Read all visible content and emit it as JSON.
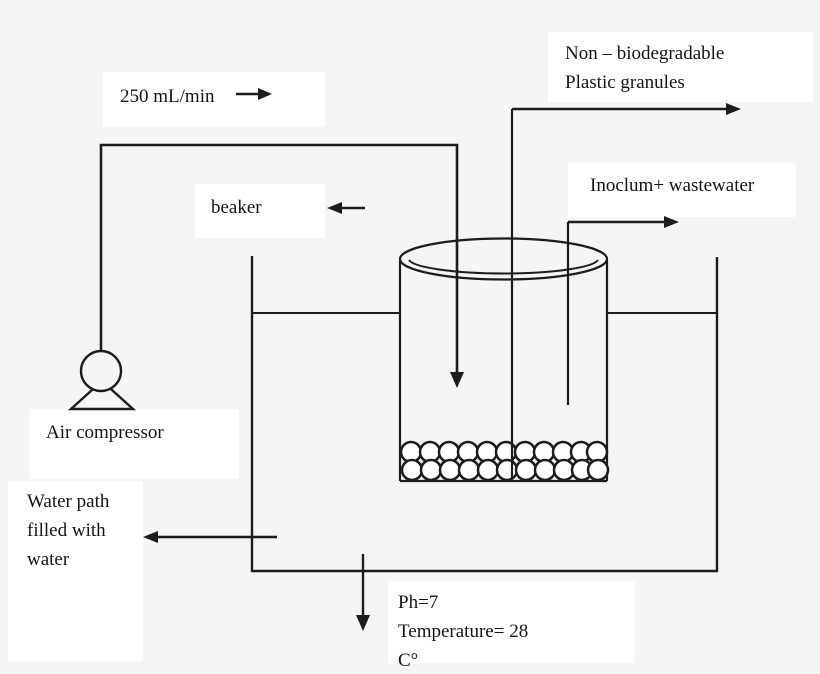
{
  "colors": {
    "background": "#f5f5f5",
    "label_box": "#ffffff",
    "line": "#1c1c1c",
    "text": "#141414"
  },
  "labels": {
    "flow_rate": "250 mL/min",
    "granules_line1": "Non – biodegradable",
    "granules_line2": "Plastic granules",
    "beaker": "beaker",
    "inoculum": "Inoclum+ wastewater",
    "air_compressor": "Air compressor",
    "water_path_line1": "Water path",
    "water_path_line2": "filled with",
    "water_path_line3": "water",
    "ph": "Ph=7",
    "temperature": "Temperature= 28 ",
    "temperature_unit": "C°"
  }
}
